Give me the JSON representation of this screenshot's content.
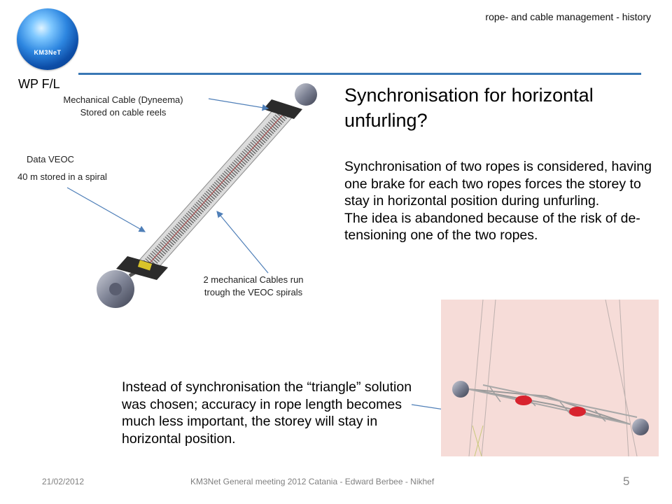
{
  "header": {
    "title": "rope- and cable management - history"
  },
  "logo": {
    "text": "KM3NeT"
  },
  "section_label": "WP F/L",
  "slide": {
    "title": "Synchronisation for horizontal unfurling?",
    "body1": "Synchronisation of two ropes is considered, having one brake for each two ropes forces the storey to stay in horizontal position during unfurling.",
    "body1b": "The idea is abandoned because of the risk of de-tensioning one of the two ropes.",
    "body2": "Instead of synchronisation the “triangle” solution was chosen;  accuracy in rope length becomes much less important, the storey will stay in horizontal position."
  },
  "labels": {
    "mech_cable_line1": "Mechanical Cable (Dyneema)",
    "mech_cable_line2": "Stored on cable reels",
    "data_veoc": "Data VEOC",
    "veoc_stored": "40 m stored in a spiral",
    "cables_run_line1": "2 mechanical Cables run",
    "cables_run_line2": "trough the VEOC spirals"
  },
  "footer": {
    "date": "21/02/2012",
    "meeting": "KM3Net General meeting 2012 Catania - Edward Berbee - Nikhef",
    "page": "5"
  }
}
